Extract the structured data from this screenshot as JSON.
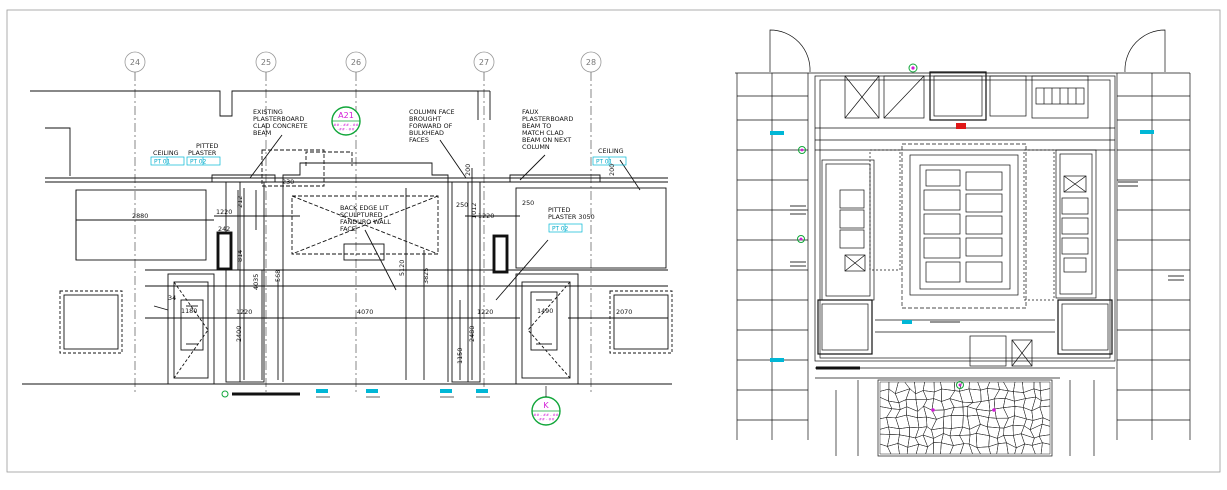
{
  "grid_labels": [
    "24",
    "25",
    "26",
    "27",
    "28"
  ],
  "notes": {
    "existing": [
      "EXISTING",
      "PLASTERBOARD",
      "CLAD CONCRETE",
      "BEAM"
    ],
    "column_face": [
      "COLUMN FACE",
      "BROUGHT",
      "FORWARD OF",
      "BULKHEAD",
      "FACES"
    ],
    "faux": [
      "FAUX",
      "PLASTERBOARD",
      "BEAM TO",
      "MATCH CLAD",
      "BEAM ON NEXT",
      "COLUMN"
    ],
    "ceiling_left": "CEILING",
    "pitted_left": [
      "PITTED",
      "PLASTER"
    ],
    "ceiling_right": "CEILING",
    "pitted_right": [
      "PITTED",
      "PLASTER 3050"
    ],
    "back_edge": [
      "BACK EDGE LIT",
      "SCULPTURED",
      "FANDURO WALL",
      "FACE"
    ]
  },
  "tags": {
    "pt01": "PT   01",
    "pt02": "PT   02",
    "pt02b": "PT   02",
    "pt01b": "PT   01"
  },
  "callouts": {
    "a21": {
      "title": "A21",
      "sub1": "## - ## - ##",
      "sub2": "-## - ##"
    },
    "k": {
      "title": "K",
      "sub1": "## - ## - ##",
      "sub2": "-## - ##"
    }
  },
  "dims": {
    "d2880": "2880",
    "d1220a": "1220",
    "d212": "212",
    "d242": "242",
    "d814": "814",
    "d4035": "4035",
    "d568": "568",
    "d250a": "250",
    "d200": "200",
    "d1012": "1012",
    "d1220b": "1220",
    "d5120": "5120",
    "d3825": "3825",
    "d250b": "250",
    "d230": "230",
    "d1220c": "1220",
    "d4070": "4070",
    "d1220d": "1220",
    "d2070": "2070",
    "d1180": "1180",
    "d1490": "1490",
    "d2400a": "2400",
    "d2480": "2480",
    "d1150": "1150",
    "d34": "34",
    "d200b": "200"
  },
  "colors": {
    "accent_cyan": "#00b7d6",
    "green": "#11a63a",
    "magenta": "#d21bd6",
    "red": "#e01818",
    "line": "#111111",
    "grid": "#888888"
  }
}
